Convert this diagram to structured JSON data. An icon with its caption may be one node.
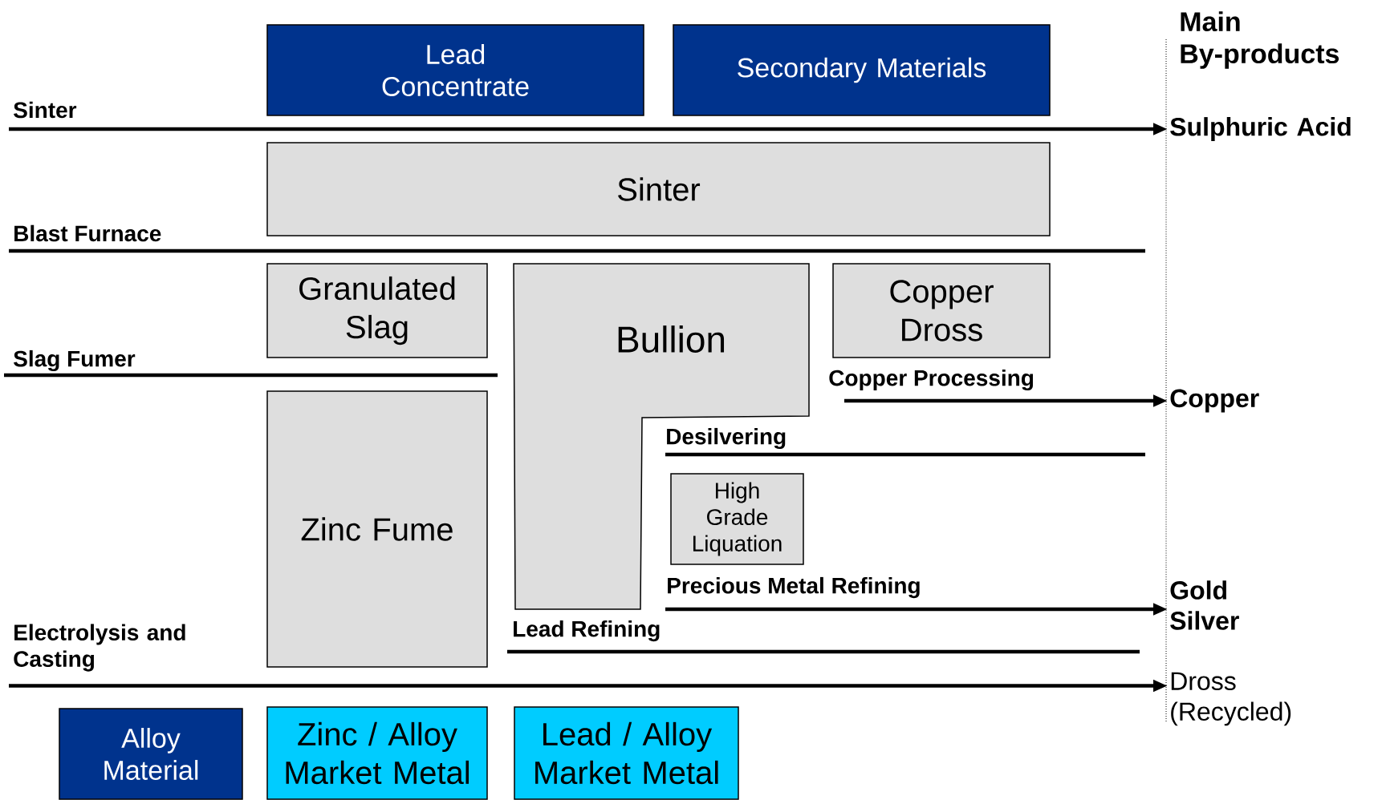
{
  "diagram": {
    "nodes": [
      {
        "text": [
          "Lead Concentrate"
        ]
      },
      {
        "text": [
          "Secondary Materials"
        ]
      },
      {
        "text": [
          "Sinter"
        ]
      },
      {
        "text": [
          "Granulated Slag"
        ]
      },
      {
        "text": [
          "Bullion"
        ]
      },
      {
        "text": [
          "Copper Dross"
        ]
      },
      {
        "text": [
          "Zinc Fume"
        ]
      },
      {
        "text": [
          "High Grade Liquation"
        ]
      },
      {
        "text": [
          "Alloy Material"
        ]
      },
      {
        "text": [
          "Zinc / Alloy Market Metal"
        ]
      },
      {
        "text": [
          "Lead / Alloy Market Metal"
        ]
      },
      {
        "text": [
          "Sulphuric Acid"
        ]
      },
      {
        "text": [
          "Copper"
        ]
      },
      {
        "text": [
          "Gold",
          "Silver"
        ]
      },
      {
        "text": [
          "Dross (Recycled)"
        ]
      },
      {
        "text": [
          "Sinter"
        ]
      },
      {
        "text": [
          "Copper Processing"
        ]
      },
      {
        "text": [
          "Precious Metal Refining"
        ]
      },
      {
        "text": [
          "Electrolysis and Casting"
        ]
      }
    ],
    "edges": [
      {
        "from": 15,
        "to": 11,
        "arrow": "to"
      },
      {
        "from": 16,
        "to": 12,
        "arrow": "to"
      },
      {
        "from": 17,
        "to": 13,
        "arrow": "to"
      },
      {
        "from": 18,
        "to": 14,
        "arrow": "to"
      }
    ],
    "labels": [
      "Main By-products",
      "Blast Furnace",
      "Slag Fumer",
      "Desilvering",
      "Lead Refining"
    ]
  }
}
